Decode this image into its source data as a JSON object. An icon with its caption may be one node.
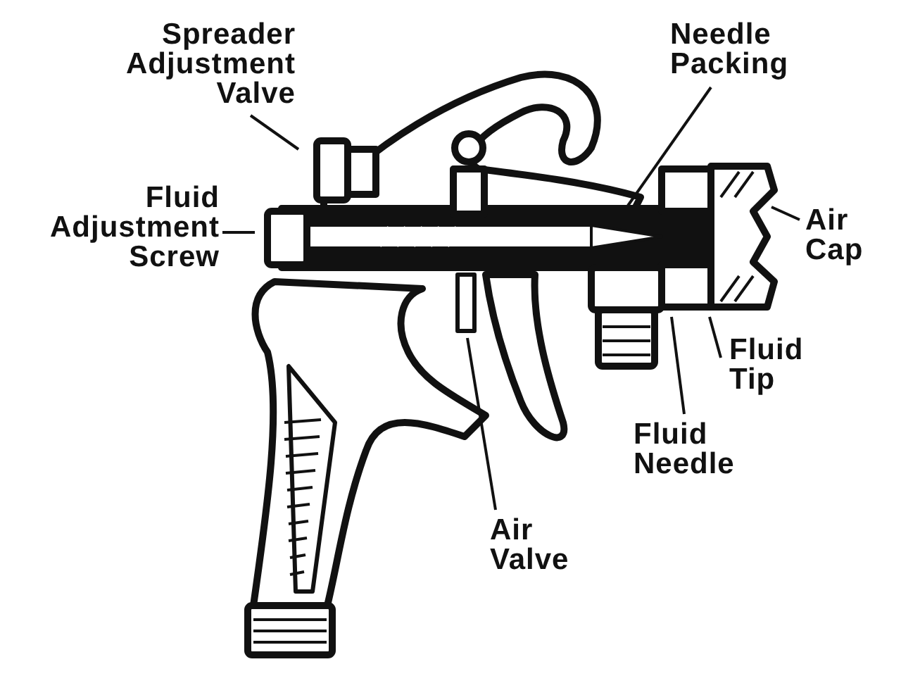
{
  "diagram": {
    "nodes": [
      {
        "text": [
          "Spreader Adjustment Valve"
        ]
      },
      {
        "text": [
          "Needle Packing"
        ]
      },
      {
        "text": [
          "Fluid Adjustment Screw"
        ]
      },
      {
        "text": [
          "Air Cap"
        ]
      },
      {
        "text": [
          "Fluid Tip"
        ]
      },
      {
        "text": [
          "Fluid Needle"
        ]
      },
      {
        "text": [
          "Air Valve"
        ]
      }
    ],
    "edges": [
      {
        "from": 0,
        "to": null,
        "arrow": "none"
      },
      {
        "from": 1,
        "to": null,
        "arrow": "none"
      },
      {
        "from": 2,
        "to": null,
        "arrow": "none"
      },
      {
        "from": 3,
        "to": null,
        "arrow": "none"
      },
      {
        "from": 4,
        "to": null,
        "arrow": "none"
      },
      {
        "from": 5,
        "to": null,
        "arrow": "none"
      },
      {
        "from": 6,
        "to": null,
        "arrow": "none"
      }
    ]
  }
}
